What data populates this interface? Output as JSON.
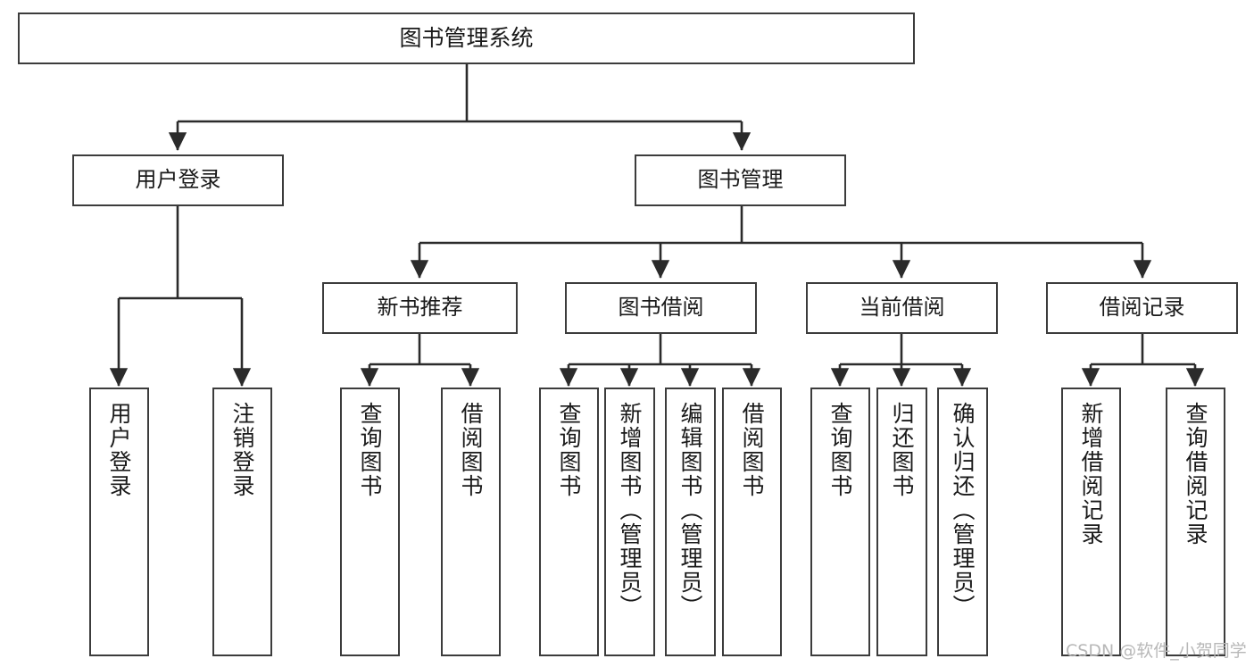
{
  "diagram": {
    "title": "图书管理系统",
    "type": "hierarchy-tree",
    "root": {
      "label": "图书管理系统"
    },
    "level2": [
      {
        "label": "用户登录"
      },
      {
        "label": "图书管理"
      }
    ],
    "level3": [
      {
        "label": "新书推荐"
      },
      {
        "label": "图书借阅"
      },
      {
        "label": "当前借阅"
      },
      {
        "label": "借阅记录"
      }
    ],
    "leaves": {
      "user_login": [
        {
          "label": "用户登录"
        },
        {
          "label": "注销登录"
        }
      ],
      "new_book_recommend": [
        {
          "label": "查询图书"
        },
        {
          "label": "借阅图书"
        }
      ],
      "book_borrow": [
        {
          "label": "查询图书"
        },
        {
          "label": "新增图书（管理员）"
        },
        {
          "label": "编辑图书（管理员）"
        },
        {
          "label": "借阅图书"
        }
      ],
      "current_borrow": [
        {
          "label": "查询图书"
        },
        {
          "label": "归还图书"
        },
        {
          "label": "确认归还（管理员）"
        }
      ],
      "borrow_record": [
        {
          "label": "新增借阅记录"
        },
        {
          "label": "查询借阅记录"
        }
      ]
    }
  },
  "watermark": {
    "text": "CSDN @软件_小贺同学"
  },
  "colors": {
    "border": "#3c3c3c",
    "text": "#1a1a1a",
    "background": "#ffffff",
    "watermark": "#b8b8b8"
  }
}
